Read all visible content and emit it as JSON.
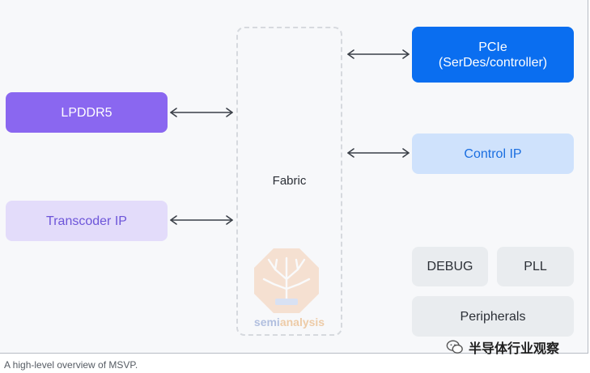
{
  "diagram": {
    "blocks": {
      "pcie_line1": "PCIe",
      "pcie_line2": "(SerDes/controller)",
      "lpddr5": "LPDDR5",
      "control_ip": "Control IP",
      "transcoder_ip": "Transcoder IP",
      "debug": "DEBUG",
      "pll": "PLL",
      "peripherals": "Peripherals",
      "fabric": "Fabric"
    },
    "caption": "A high-level overview of MSVP.",
    "colors": {
      "pcie": "#0a6ef0",
      "lpddr5": "#8a67f0",
      "control_ip": "#cfe2fc",
      "transcoder_ip": "#e3dcfa",
      "misc_blocks": "#e9ecef",
      "arrow": "#3a3f47"
    }
  },
  "watermarks": {
    "semianalysis_part1": "semi",
    "semianalysis_part2": "analysis",
    "wechat_text": "半导体行业观察",
    "wechat_icon": "wechat-icon"
  }
}
